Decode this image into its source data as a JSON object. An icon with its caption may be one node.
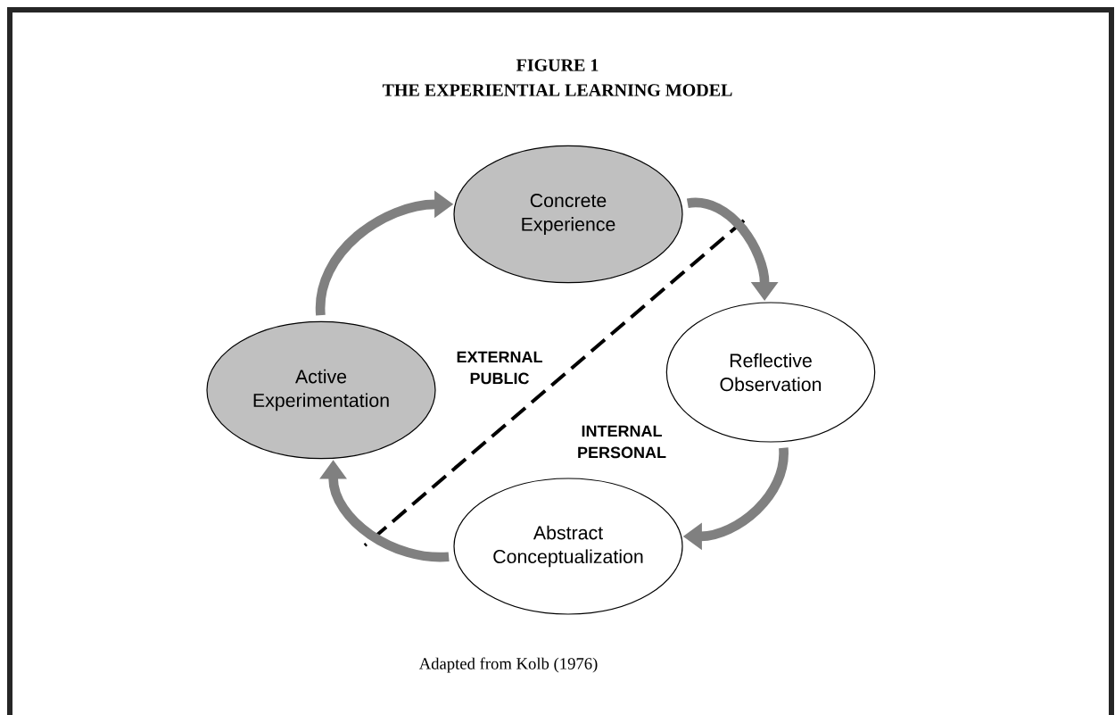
{
  "diagram": {
    "title": "THE EXPERIENTIAL LEARNING MODEL",
    "caption": "Adapted from Kolb (1976)",
    "nodes": [
      {
        "text": [
          "Concrete Experience"
        ]
      },
      {
        "text": [
          "Active Experimentation"
        ]
      },
      {
        "text": [
          "Reflective Observation"
        ]
      },
      {
        "text": [
          "Abstract Conceptualization"
        ]
      }
    ],
    "edges": [
      {
        "from": 0,
        "to": 2,
        "arrow": "to"
      },
      {
        "from": 2,
        "to": 3,
        "arrow": "to"
      },
      {
        "from": 3,
        "to": 1,
        "arrow": "to"
      },
      {
        "from": 1,
        "to": 0,
        "arrow": "to"
      }
    ],
    "labels": [
      "FIGURE 1",
      "EXTERNAL PUBLIC",
      "INTERNAL PERSONAL"
    ]
  }
}
